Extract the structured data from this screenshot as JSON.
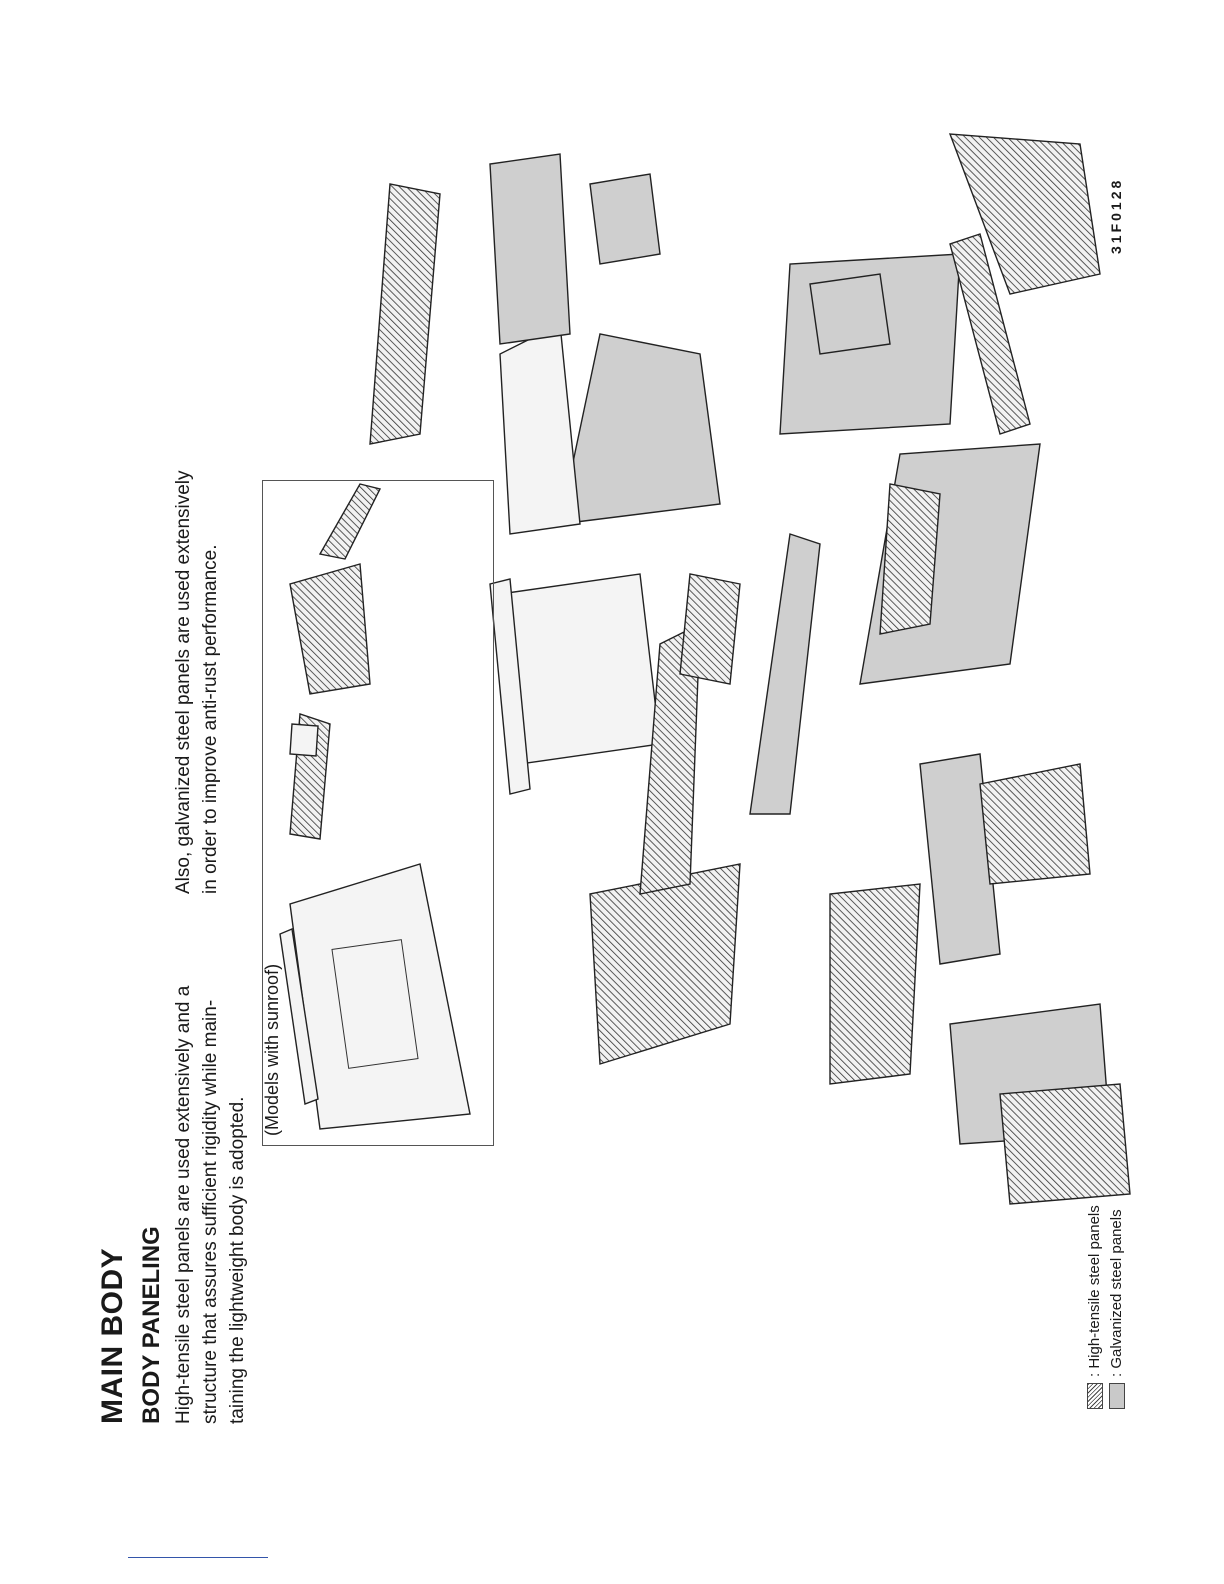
{
  "heading": {
    "title": "MAIN BODY",
    "subtitle": "BODY PANELING"
  },
  "text": {
    "left": "High-tensile steel panels are used extensively and a structure that assures sufficient rigidity while main-taining the lightweight body is adopted.",
    "right": "Also, galvanized steel panels are used extensively in order to improve anti-rust performance."
  },
  "inset": {
    "caption": "(Models with sunroof)"
  },
  "legend": {
    "items": [
      {
        "label": ": High-tensile steel panels",
        "swatch": "hatched"
      },
      {
        "label": ": Galvanized steel panels",
        "swatch": "gray"
      }
    ]
  },
  "figure_code": "31F0128",
  "colors": {
    "hatched": "#444444",
    "galvanized": "#c9c9c9",
    "line": "#222222"
  }
}
